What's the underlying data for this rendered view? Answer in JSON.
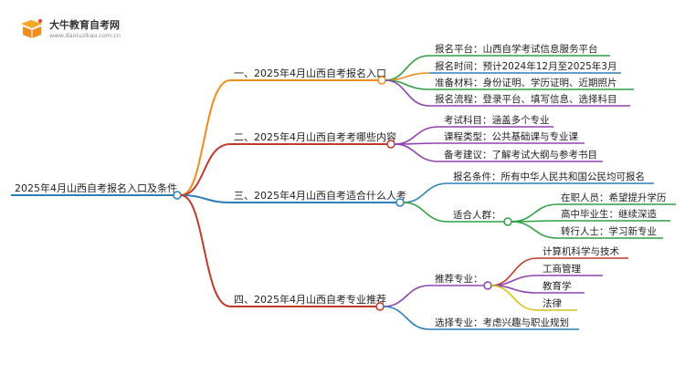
{
  "brand": {
    "name": "大牛教育自考网",
    "url": "www.daniuzikao.com.cn"
  },
  "root": {
    "label": "2025年4月山西自考报名入口及条件"
  },
  "colors": {
    "root": "#2e7fb8",
    "b1": "#f08c1e",
    "b2": "#c0392b",
    "b3": "#2e7fb8",
    "b4": "#c0392b",
    "l_green": "#2ea043",
    "l_orange": "#f08c1e",
    "l_purple": "#8e44ad",
    "l_blue": "#2e7fb8",
    "l_yellow": "#d4c21a",
    "l_red": "#c0392b"
  },
  "branches": [
    {
      "label": "一、2025年4月山西自考报名入口",
      "children": [
        "报名平台：山西自学考试信息服务平台",
        "报名时间：预计2024年12月至2025年3月",
        "准备材料：身份证明、学历证明、近期照片",
        "报名流程：登录平台、填写信息、选择科目"
      ]
    },
    {
      "label": "二、2025年4月山西自考考哪些内容",
      "children": [
        "考试科目：涵盖多个专业",
        "课程类型：公共基础课与专业课",
        "备考建议：了解考试大纲与参考书目"
      ]
    },
    {
      "label": "三、2025年4月山西自考适合什么人考",
      "children": [
        "报名条件：所有中华人民共和国公民均可报名"
      ],
      "group": {
        "label": "适合人群：",
        "children": [
          "在职人员：希望提升学历",
          "高中毕业生：继续深造",
          "转行人士：学习新专业"
        ]
      }
    },
    {
      "label": "四、2025年4月山西自考专业推荐",
      "group": {
        "label": "推荐专业：",
        "children": [
          "计算机科学与技术",
          "工商管理",
          "教育学",
          "法律"
        ]
      },
      "children_after": [
        "选择专业：考虑兴趣与职业规划"
      ]
    }
  ]
}
